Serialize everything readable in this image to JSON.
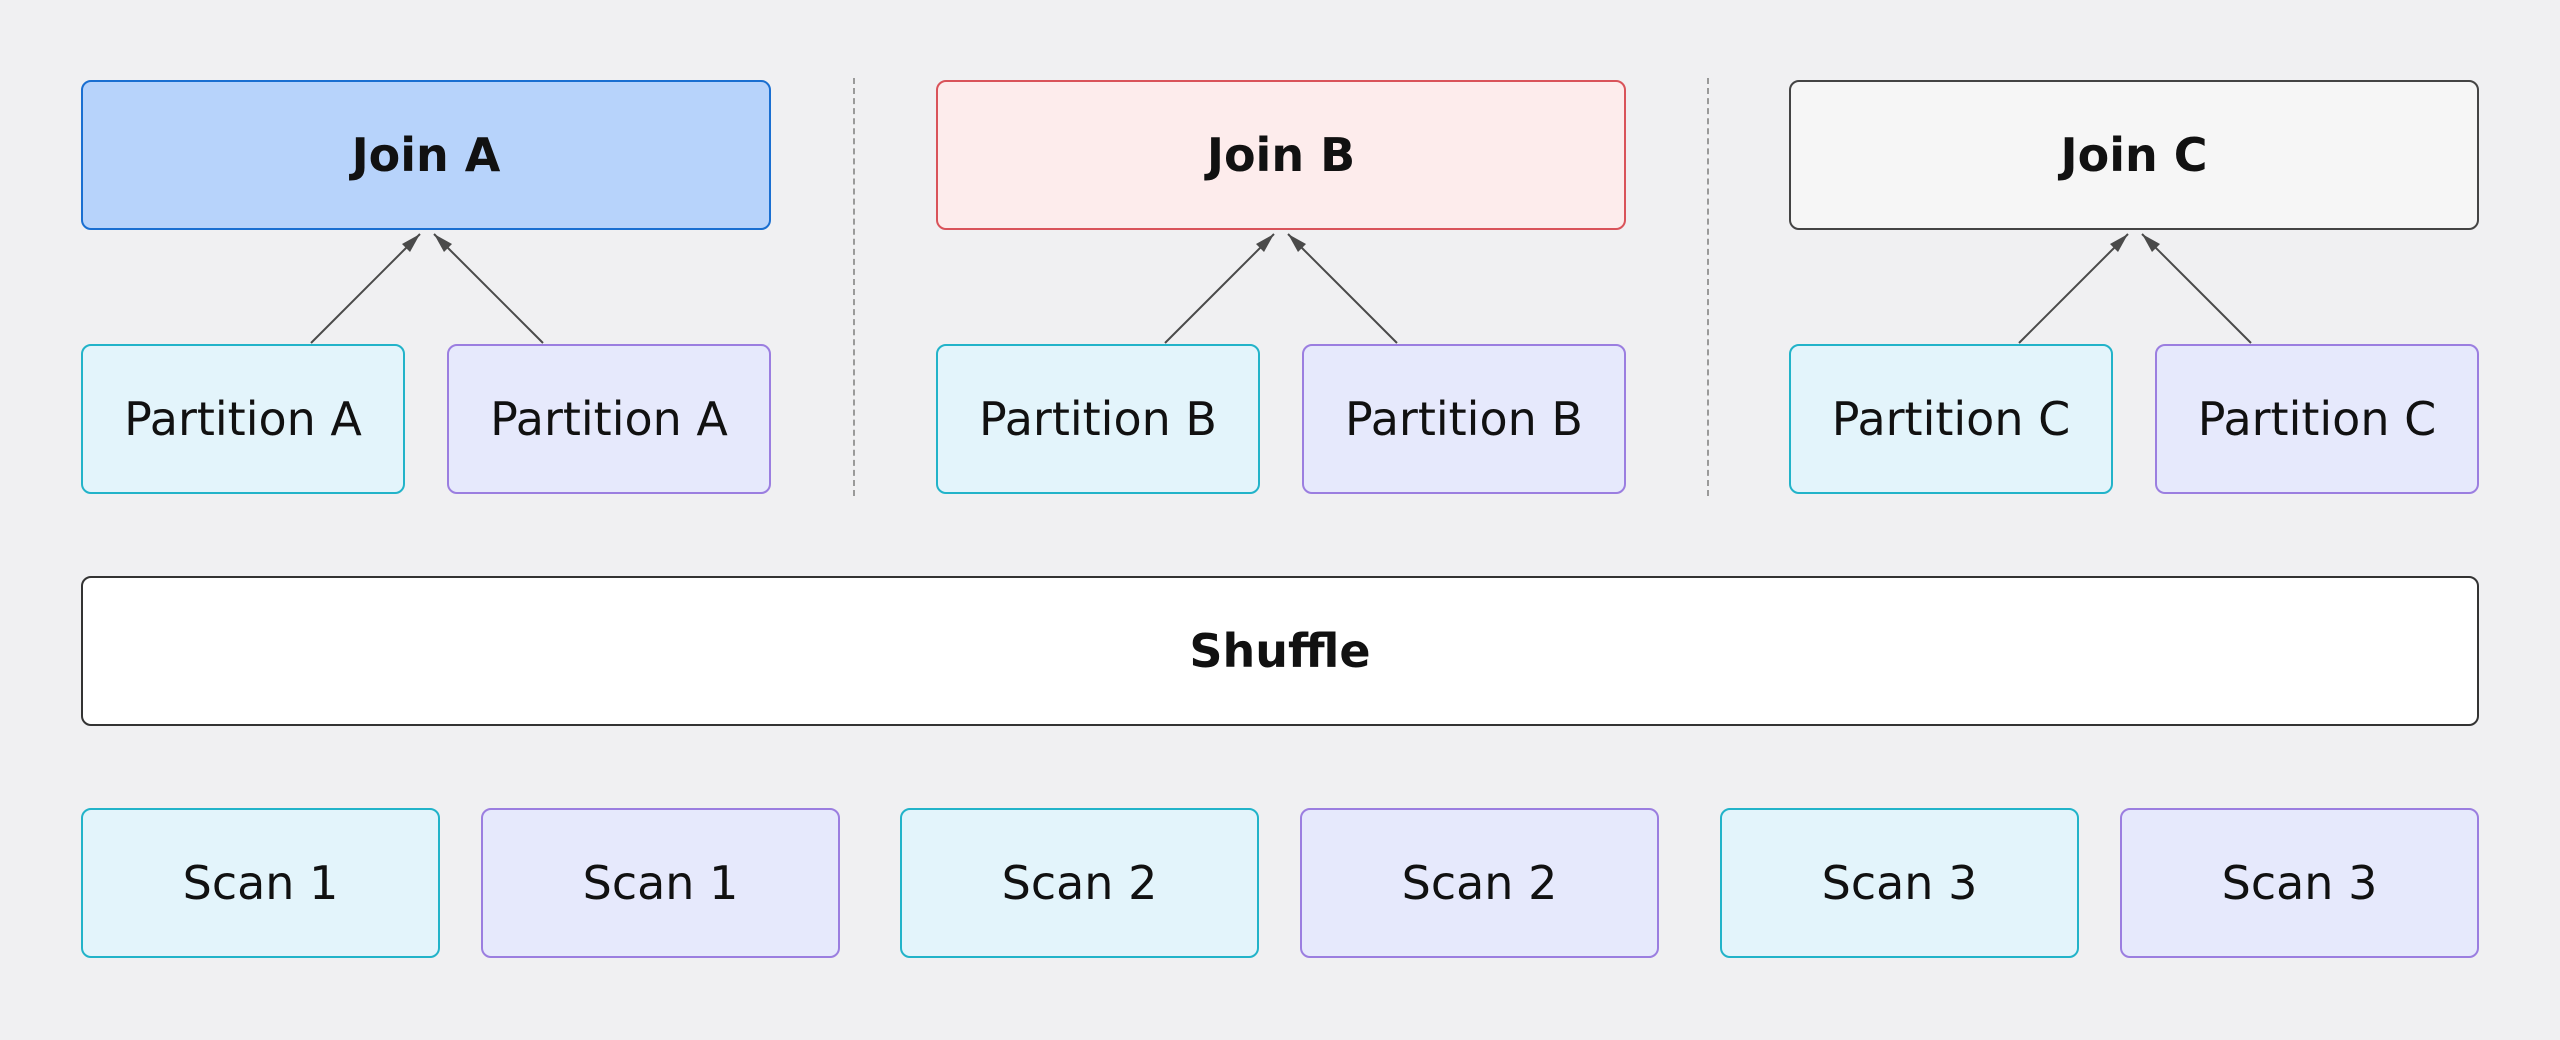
{
  "joins": [
    {
      "label": "Join A"
    },
    {
      "label": "Join B"
    },
    {
      "label": "Join C"
    }
  ],
  "partitions": [
    {
      "label": "Partition A"
    },
    {
      "label": "Partition A"
    },
    {
      "label": "Partition B"
    },
    {
      "label": "Partition B"
    },
    {
      "label": "Partition C"
    },
    {
      "label": "Partition C"
    }
  ],
  "shuffle": {
    "label": "Shuffle"
  },
  "scans": [
    {
      "label": "Scan 1"
    },
    {
      "label": "Scan 1"
    },
    {
      "label": "Scan 2"
    },
    {
      "label": "Scan 2"
    },
    {
      "label": "Scan 3"
    },
    {
      "label": "Scan 3"
    }
  ],
  "colors": {
    "background": "#f0f0f2",
    "join_a_fill": "#b7d3fb",
    "join_b_fill": "#fdecec",
    "join_c_fill": "#f6f6f6",
    "cyan_fill": "#e3f4fb",
    "cyan_border": "#22b3c9",
    "violet_fill": "#e6e9fc",
    "violet_border": "#9b7ee0",
    "arrow": "#4a4a4a"
  }
}
